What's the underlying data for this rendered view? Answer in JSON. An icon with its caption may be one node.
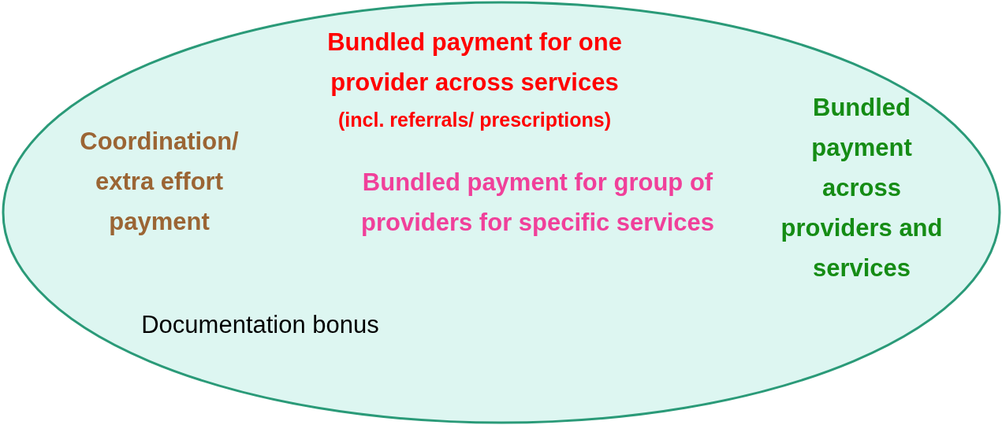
{
  "diagram": {
    "nodes": [
      {
        "text": [
          "Bundled payment for one provider across services",
          "(incl. referrals/ prescriptions)",
          "Coordination/ extra effort payment",
          "Bundled payment for group of providers for specific services",
          "Bundled payment across providers and services",
          "Documentation bonus"
        ]
      }
    ]
  }
}
